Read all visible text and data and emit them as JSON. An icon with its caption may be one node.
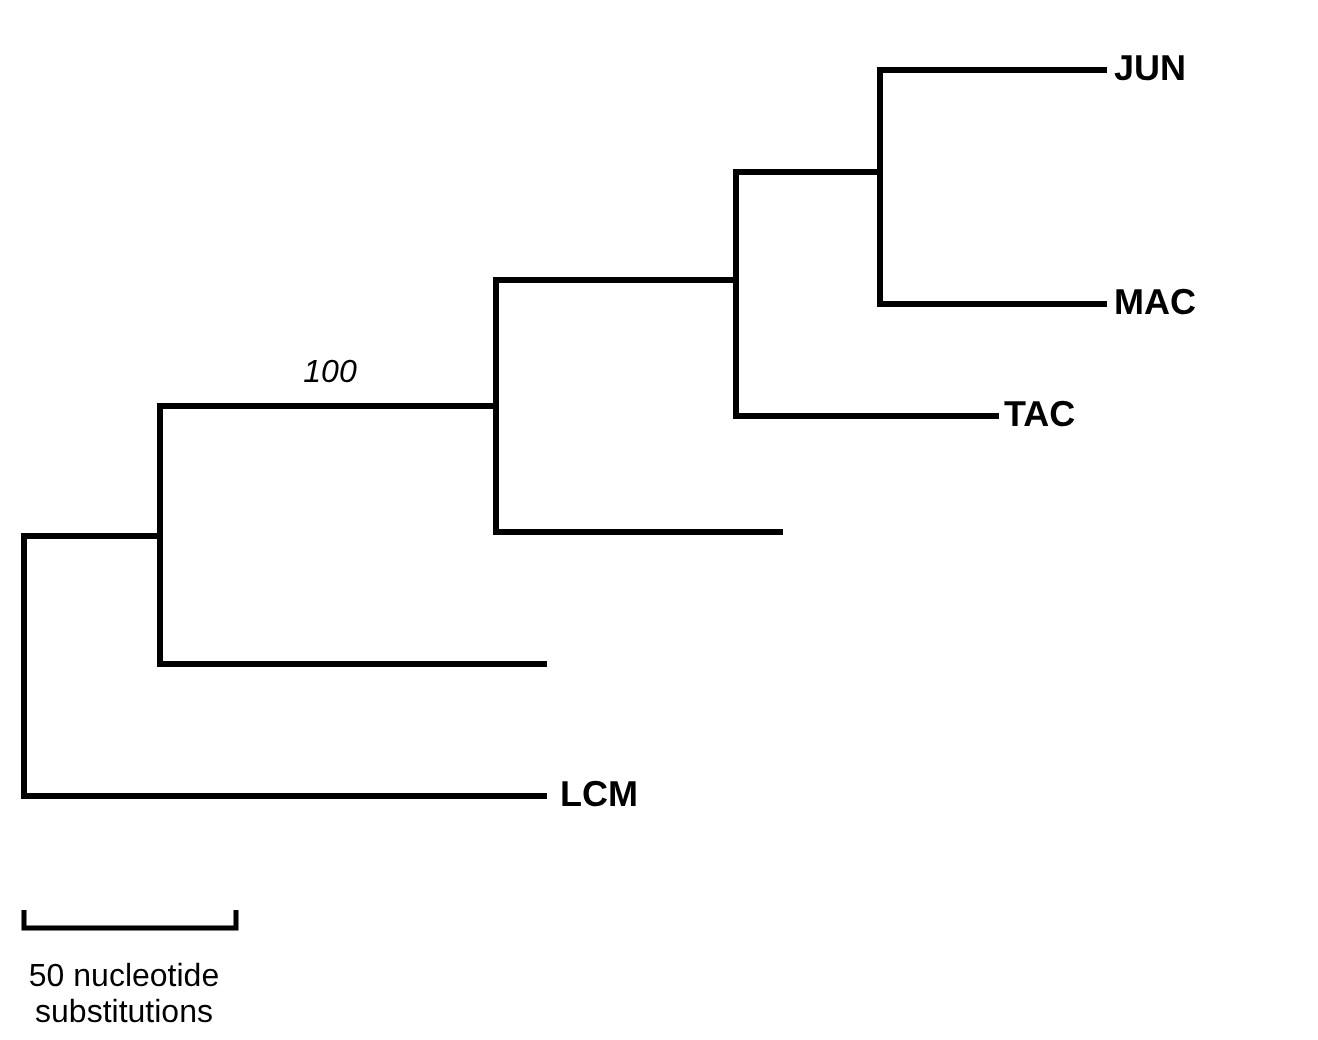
{
  "diagram": {
    "labels": [
      "JUN",
      "MAC",
      "100",
      "TAC",
      "LCM",
      "50 nucleotide substitutions"
    ]
  }
}
